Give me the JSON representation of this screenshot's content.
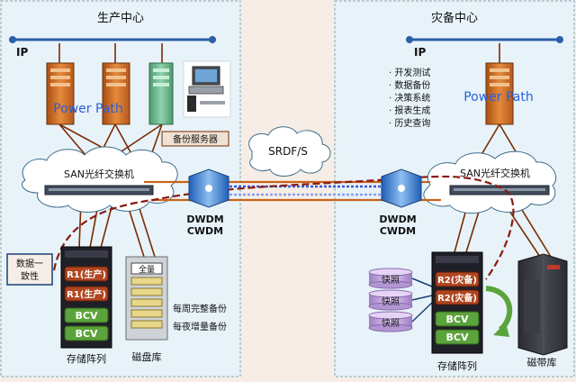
{
  "left": {
    "title": "生产中心",
    "ip_label": "IP",
    "power_path": "Power Path",
    "backup_server": "备份服务器",
    "san_switch": "SAN光纤交换机",
    "wdm_1": "DWDM",
    "wdm_2": "CWDM",
    "consistency_line1": "数据一",
    "consistency_line2": "致性",
    "r1_a": "R1(生产)",
    "r1_b": "R1(生产)",
    "bcv_1": "BCV",
    "bcv_2": "BCV",
    "storage_array": "存储阵列",
    "full_backup_label": "全量",
    "weekly_full": "每周完整备份",
    "nightly_incremental": "每夜增量备份",
    "disk_library": "磁盘库"
  },
  "middle": {
    "srdf": "SRDF/S"
  },
  "right": {
    "title": "灾备中心",
    "ip_label": "IP",
    "power_path": "Power Path",
    "uses": [
      "· 开发测试",
      "· 数据备份",
      "· 决策系统",
      "· 报表生成",
      "· 历史查询"
    ],
    "san_switch": "SAN光纤交换机",
    "wdm_1": "DWDM",
    "wdm_2": "CWDM",
    "snapshot_1": "快照",
    "snapshot_2": "快照",
    "snapshot_3": "快照",
    "r2_a": "R2(灾备)",
    "r2_b": "R2(灾备)",
    "bcv_1": "BCV",
    "bcv_2": "BCV",
    "storage_array": "存储阵列",
    "tape_library": "磁带库"
  },
  "colors": {
    "server": "#d9772e",
    "blue_text": "#2b5fd8",
    "ip_line": "#2c5fa8",
    "fiber": "#7a2a00",
    "dashed": "#8b1a10",
    "san_line": "#c8641a",
    "bcv": "#5ba33b",
    "r_disk": "#b0451f",
    "cylinder": "#c8a8e0"
  }
}
